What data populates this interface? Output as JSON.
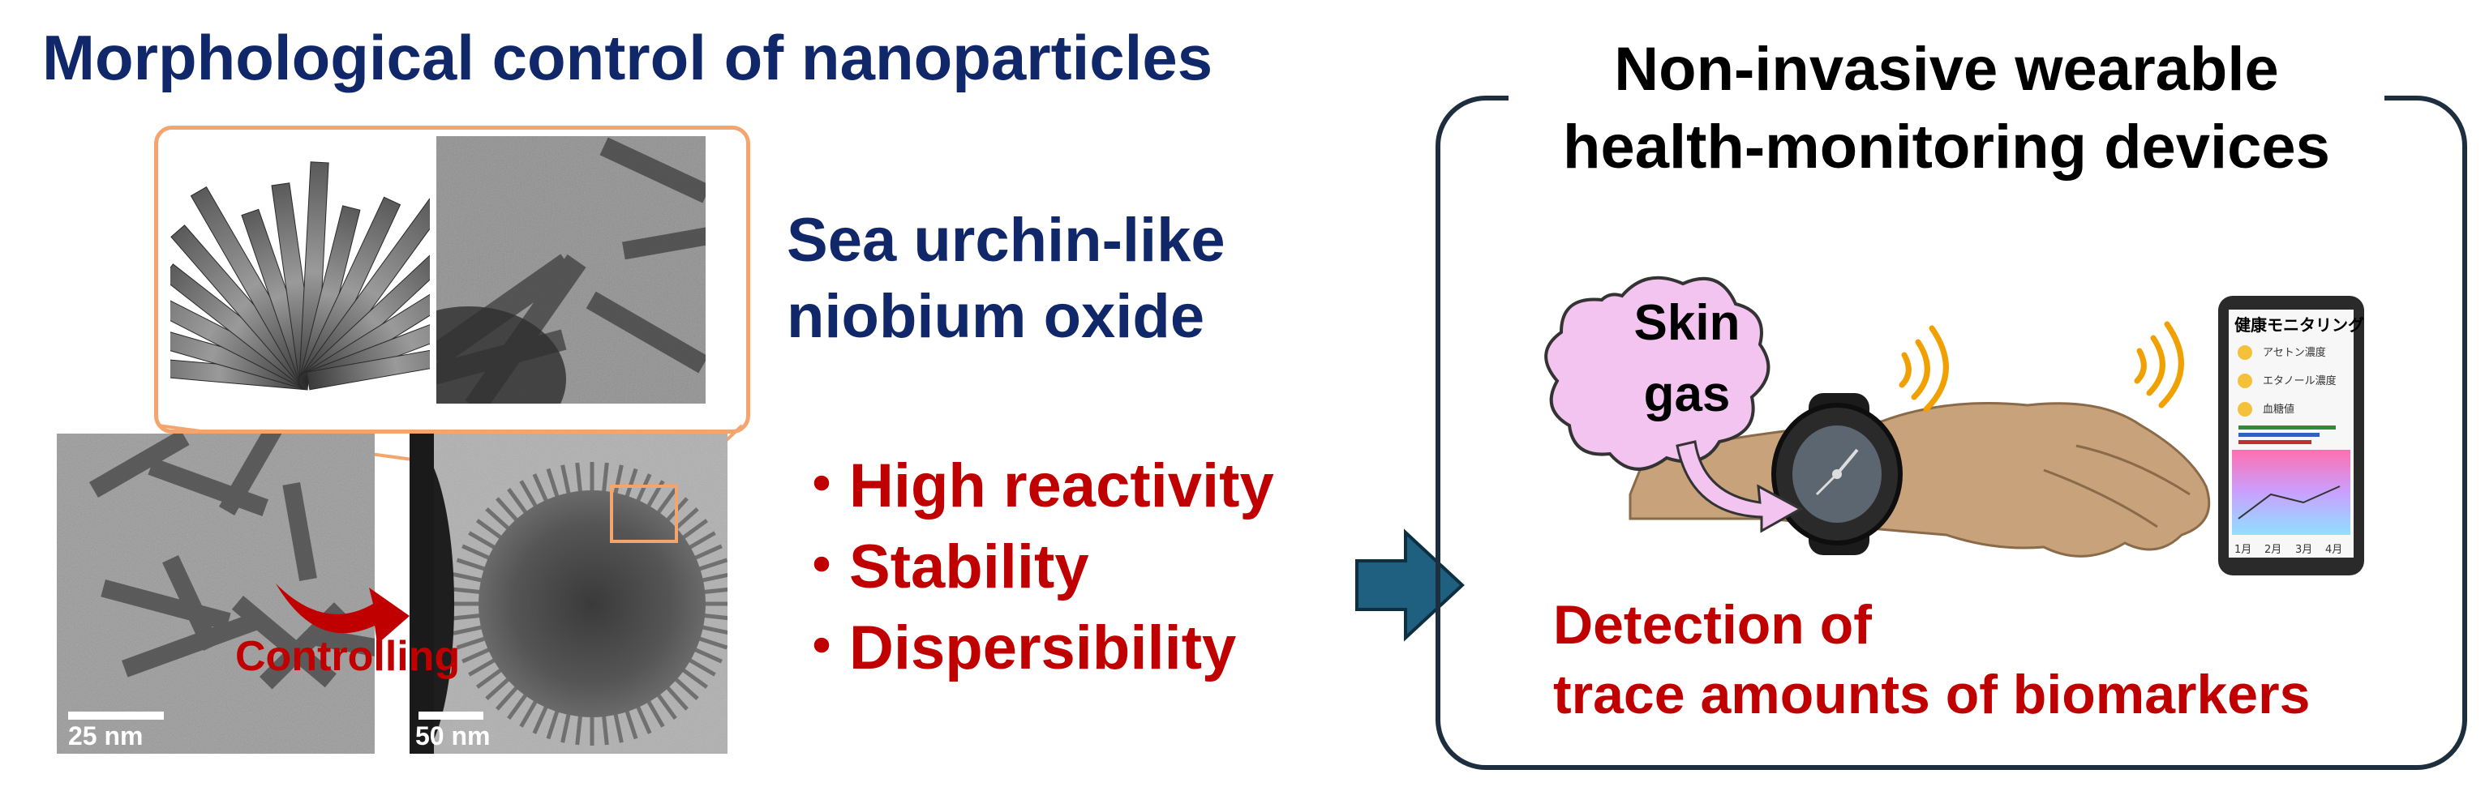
{
  "left_title": "Morphological control of nanoparticles",
  "material_name": [
    "Sea urchin-like",
    "niobium oxide"
  ],
  "properties": [
    {
      "bullet": "・",
      "text": "High reactivity"
    },
    {
      "bullet": "・",
      "text": "Stability"
    },
    {
      "bullet": "・",
      "text": "Dispersibility"
    }
  ],
  "arrow_label": "Controlling",
  "scale_bars": {
    "left": "25 nm",
    "right": "50 nm"
  },
  "right_title": [
    "Non-invasive wearable",
    "health-monitoring devices"
  ],
  "cloud_label": [
    "Skin",
    "gas"
  ],
  "detection_text": [
    "Detection of",
    "trace amounts of biomarkers"
  ],
  "phone": {
    "title": "健康モニタリング",
    "rows": [
      "アセトン濃度",
      "エタノール濃度",
      "血糖値"
    ],
    "months": [
      "1月",
      "2月",
      "3月",
      "4月"
    ]
  },
  "colors": {
    "navy": "#10286a",
    "red": "#c00000",
    "orange_frame": "#f4a46d",
    "arrow_blue": "#1f5f7f",
    "cloud_pink": "#f2c4ef"
  }
}
